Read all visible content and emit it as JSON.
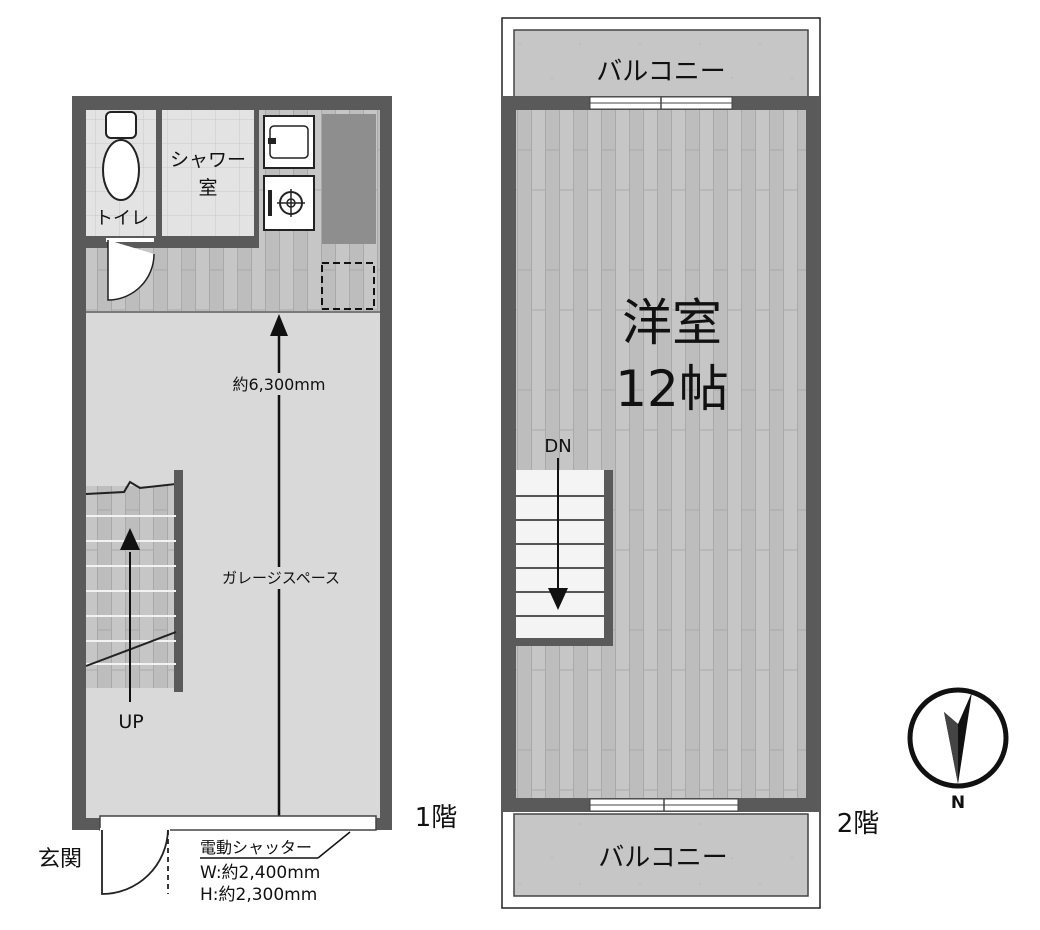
{
  "floor1": {
    "toilet_label": "トイレ",
    "shower_label_line1": "シャワー",
    "shower_label_line2": "室",
    "dimension_label": "約6,300mm",
    "garage_label": "ガレージスペース",
    "stairs_label": "UP",
    "entrance_label": "玄関",
    "shutter_title": "電動シャッター",
    "shutter_width": "W:約2,400mm",
    "shutter_height": "H:約2,300mm",
    "floor_label": "1階"
  },
  "floor2": {
    "balcony_top_label": "バルコニー",
    "balcony_bottom_label": "バルコニー",
    "room_name": "洋室",
    "room_size": "12帖",
    "stairs_label": "DN",
    "floor_label": "2階"
  },
  "compass": {
    "north_label": "N"
  }
}
